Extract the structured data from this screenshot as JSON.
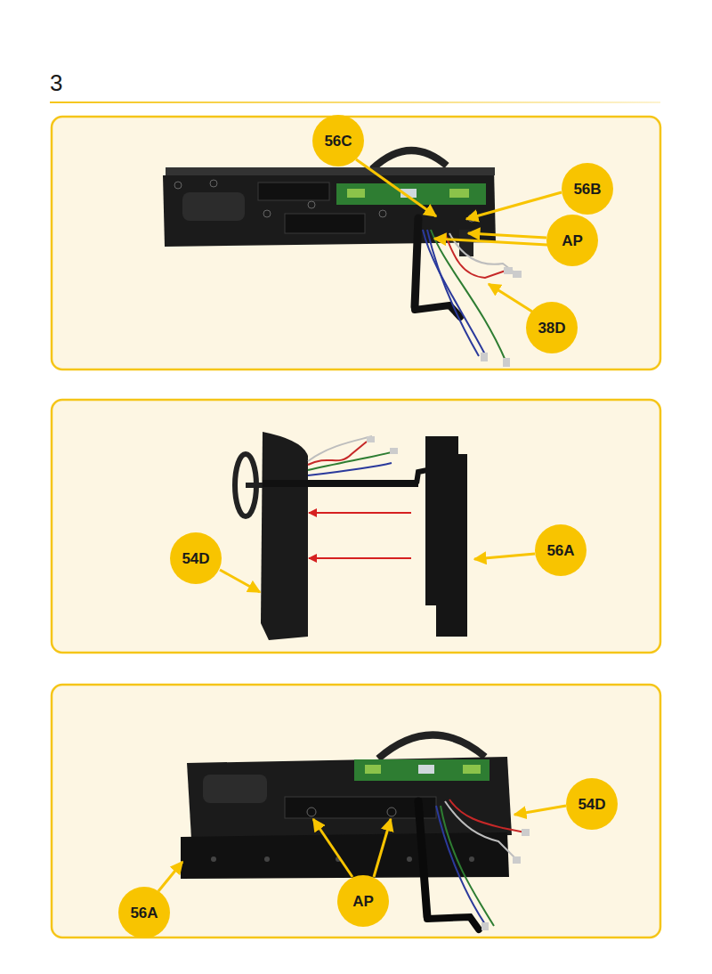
{
  "diagram": {
    "title": "3",
    "nodes": [
      {
        "text": [
          "56C"
        ]
      },
      {
        "text": [
          "56B"
        ]
      },
      {
        "text": [
          "AP"
        ]
      },
      {
        "text": [
          "38D"
        ]
      },
      {
        "text": [
          "54D"
        ]
      },
      {
        "text": [
          "56A"
        ]
      },
      {
        "text": [
          "54D"
        ]
      },
      {
        "text": [
          "56A"
        ]
      },
      {
        "text": [
          "AP"
        ]
      }
    ]
  }
}
